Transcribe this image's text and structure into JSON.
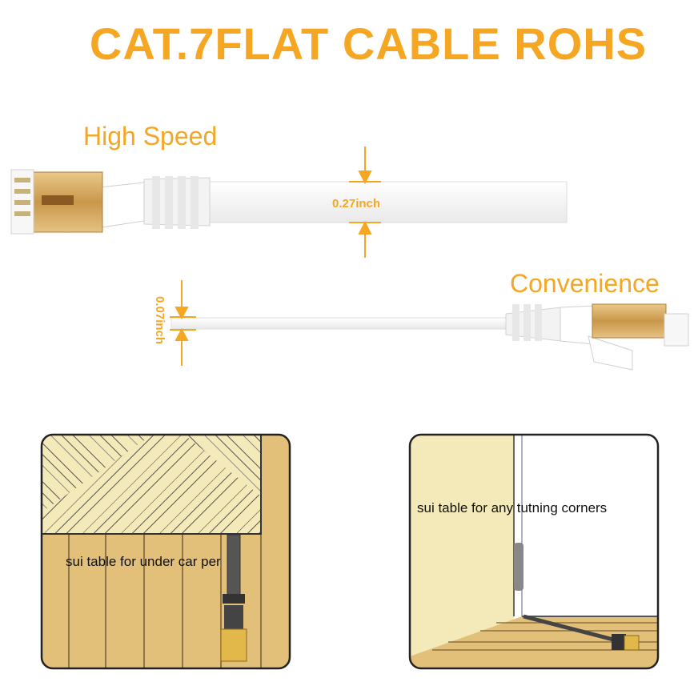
{
  "title": "CAT.7FLAT CABLE ROHS",
  "features": {
    "high_speed": "High Speed",
    "convenience": "Convenience"
  },
  "dimensions": {
    "thickness_top": "0.27inch",
    "thickness_bottom": "0.07inch"
  },
  "panels": {
    "carpet_label": "sui table for under car per",
    "corner_label": "sui table for any tutning corners"
  },
  "colors": {
    "accent": "#F5A623",
    "wood": "#E3C07A",
    "wood_light": "#F4E9B8",
    "cable": "#FFFFFF",
    "plug_gold": "#D8AE5E"
  }
}
